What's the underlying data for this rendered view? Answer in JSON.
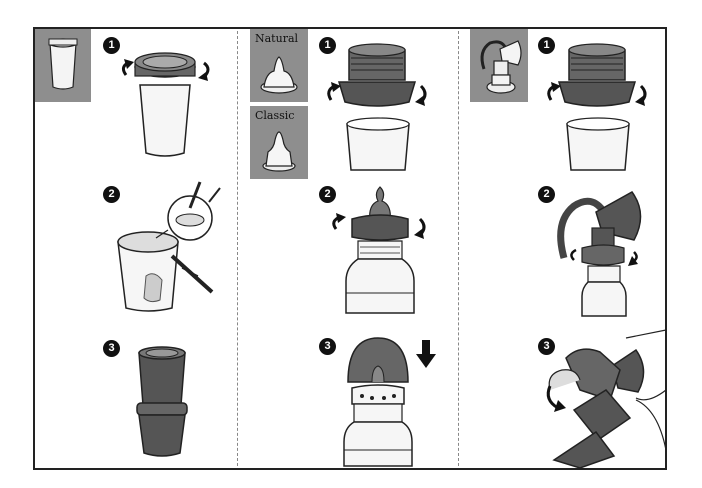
{
  "columns": [
    {
      "id": "storage-cup",
      "thumbnail_icon": "storage-cup-icon",
      "steps": [
        {
          "number": "1",
          "icon": "twist-lid-onto-cup-icon"
        },
        {
          "number": "2",
          "icon": "write-date-on-lid-icon"
        },
        {
          "number": "3",
          "icon": "stack-cups-icon"
        }
      ]
    },
    {
      "id": "feeding-bottle",
      "thumbnails": [
        {
          "label": "Natural",
          "icon": "natural-teat-icon"
        },
        {
          "label": "Classic",
          "icon": "classic-teat-icon"
        }
      ],
      "steps": [
        {
          "number": "1",
          "icon": "remove-adapter-ring-icon"
        },
        {
          "number": "2",
          "icon": "attach-teat-ring-icon"
        },
        {
          "number": "3",
          "icon": "put-on-cap-icon"
        }
      ]
    },
    {
      "id": "breast-pump",
      "thumbnail_icon": "breast-pump-icon",
      "steps": [
        {
          "number": "1",
          "icon": "remove-adapter-ring-icon"
        },
        {
          "number": "2",
          "icon": "attach-pump-icon"
        },
        {
          "number": "3",
          "icon": "pump-into-cup-icon"
        }
      ]
    }
  ],
  "colors": {
    "frame": "#222222",
    "thumbnail_bg": "#8e8e8e",
    "ring_dark": "#555555",
    "arrow": "#111111"
  }
}
